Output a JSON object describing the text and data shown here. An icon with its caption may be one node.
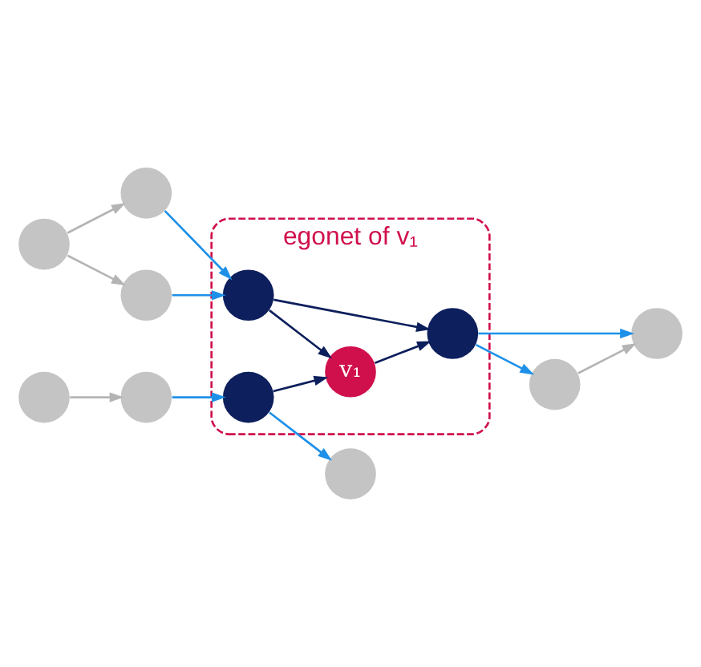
{
  "diagram": {
    "nodes": [
      {
        "text": [
          "egonet of v₁"
        ]
      },
      {
        "text": [],
        "shape": "circle"
      },
      {
        "text": [],
        "shape": "circle"
      },
      {
        "text": [],
        "shape": "circle"
      },
      {
        "text": [],
        "shape": "circle"
      },
      {
        "text": [],
        "shape": "circle",
        "in": 0
      },
      {
        "text": [],
        "shape": "circle",
        "in": 0
      },
      {
        "text": [
          "v₁"
        ],
        "in": 0
      },
      {
        "text": [],
        "shape": "circle",
        "in": 0
      },
      {
        "text": [],
        "shape": "circle"
      },
      {
        "text": [],
        "shape": "circle"
      },
      {
        "text": [],
        "shape": "circle"
      },
      {
        "text": [],
        "shape": "circle"
      }
    ],
    "edges": [
      {
        "from": 1,
        "to": 2,
        "arrow": "to",
        "color": "#b4b4b4"
      },
      {
        "from": 1,
        "to": 3,
        "arrow": "to",
        "color": "#b4b4b4"
      },
      {
        "from": 2,
        "to": 5,
        "arrow": "to"
      },
      {
        "from": 3,
        "to": 5,
        "arrow": "to"
      },
      {
        "from": 6,
        "to": 4,
        "arrow": "to"
      },
      {
        "from": 10,
        "to": 6,
        "arrow": "to"
      },
      {
        "from": 6,
        "to": 7,
        "arrow": "to",
        "color": "#0d1f5c"
      },
      {
        "from": 5,
        "to": 7,
        "arrow": "to",
        "color": "#0d1f5c"
      },
      {
        "from": 5,
        "to": 8,
        "arrow": "to",
        "color": "#0d1f5c"
      },
      {
        "from": 7,
        "to": 8,
        "arrow": "to",
        "color": "#0d1f5c"
      },
      {
        "from": 8,
        "to": 9,
        "arrow": "to"
      },
      {
        "from": 8,
        "to": 12,
        "arrow": "to"
      },
      {
        "from": 11,
        "to": 10,
        "arrow": "to",
        "color": "#b4b4b4"
      },
      {
        "from": 12,
        "to": 9,
        "arrow": "to",
        "color": "#b4b4b4"
      }
    ]
  }
}
